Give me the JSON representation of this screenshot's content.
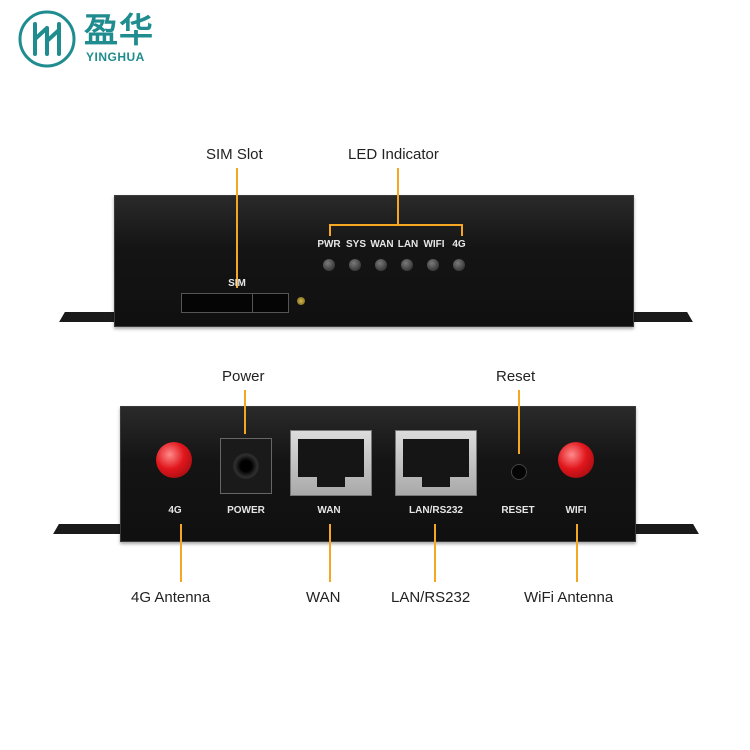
{
  "logo": {
    "chinese": "盈华",
    "english": "YINGHUA",
    "color": "#1f8c8f"
  },
  "front_view": {
    "callouts": {
      "sim_slot": "SIM Slot",
      "led_indicator": "LED Indicator"
    },
    "panel": {
      "sim_label": "SIM",
      "leds": [
        "PWR",
        "SYS",
        "WAN",
        "LAN",
        "WIFI",
        "4G"
      ]
    }
  },
  "rear_view": {
    "callouts_top": {
      "power": "Power",
      "reset": "Reset"
    },
    "panel_labels": {
      "antenna_4g": "4G",
      "power": "POWER",
      "wan": "WAN",
      "lan": "LAN/RS232",
      "reset": "RESET",
      "wifi": "WIFI"
    },
    "callouts_bottom": {
      "antenna_4g": "4G Antenna",
      "wan": "WAN",
      "lan": "LAN/RS232",
      "wifi": "WiFi Antenna"
    }
  },
  "colors": {
    "leader": "#f5a623",
    "antenna": "#e0161c",
    "device": "#141414"
  }
}
